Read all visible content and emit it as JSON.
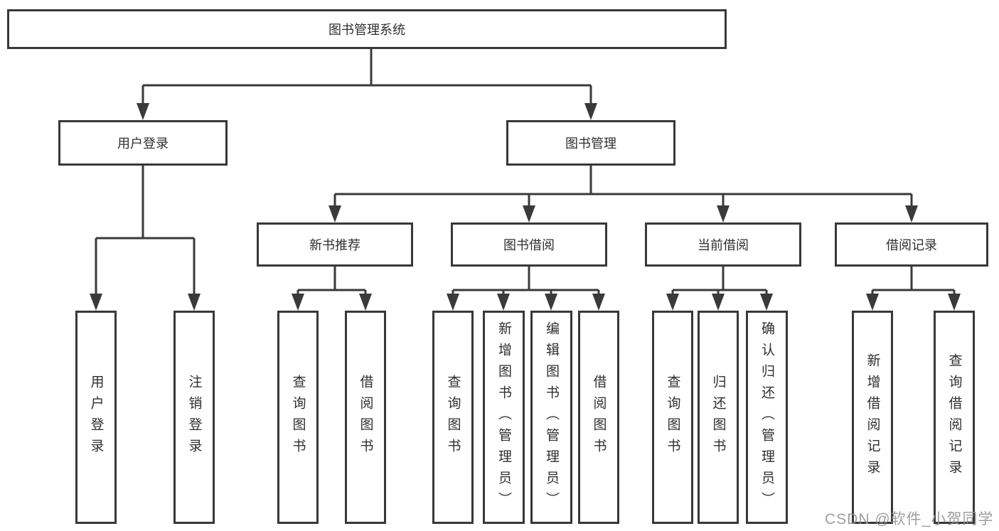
{
  "diagram_type": "hierarchy-tree",
  "watermark": "CSDN @软件_小贺同学",
  "colors": {
    "background": "#ffffff",
    "line": "#3a3a3a",
    "box_border": "#383838",
    "box_fill": "#ffffff",
    "label_text": "#2f2f2f",
    "watermark_text": "#949494"
  },
  "tree": {
    "label": "图书管理系统",
    "children": [
      {
        "label": "用户登录",
        "children": [
          {
            "label": "用户登录"
          },
          {
            "label": "注销登录"
          }
        ]
      },
      {
        "label": "图书管理",
        "children": [
          {
            "label": "新书推荐",
            "children": [
              {
                "label": "查询图书"
              },
              {
                "label": "借阅图书"
              }
            ]
          },
          {
            "label": "图书借阅",
            "children": [
              {
                "label": "查询图书"
              },
              {
                "label": "新增图书（管理员）"
              },
              {
                "label": "编辑图书（管理员）"
              },
              {
                "label": "借阅图书"
              }
            ]
          },
          {
            "label": "当前借阅",
            "children": [
              {
                "label": "查询图书"
              },
              {
                "label": "归还图书"
              },
              {
                "label": "确认归还（管理员）"
              }
            ]
          },
          {
            "label": "借阅记录",
            "children": [
              {
                "label": "新增借阅记录"
              },
              {
                "label": "查询借阅记录"
              }
            ]
          }
        ]
      }
    ]
  }
}
